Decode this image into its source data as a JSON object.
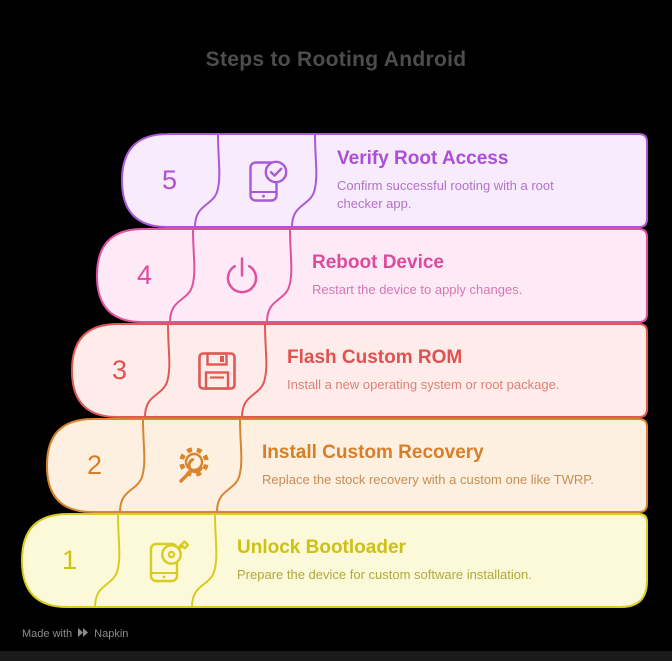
{
  "title": "Steps to Rooting Android",
  "title_color": "#4d4d4d",
  "background_color": "#000000",
  "footer": {
    "prefix": "Made with",
    "brand": "Napkin",
    "logo_icon": "napkin-pen-icon",
    "color": "#8c8c8c"
  },
  "steps": [
    {
      "number": "5",
      "title": "Verify Root Access",
      "description": "Confirm successful rooting with a root checker app.",
      "icon": "phone-check-icon",
      "colors": {
        "border": "#a958d8",
        "bg": "#f8ecfc",
        "title": "#ac4ed6",
        "desc": "#b272c8"
      }
    },
    {
      "number": "4",
      "title": "Reboot Device",
      "description": "Restart the device to apply changes.",
      "icon": "power-icon",
      "colors": {
        "border": "#e0519f",
        "bg": "#fdeaf6",
        "title": "#df4a9d",
        "desc": "#d877b2"
      }
    },
    {
      "number": "3",
      "title": "Flash Custom ROM",
      "description": "Install a new operating system or root package.",
      "icon": "floppy-disk-icon",
      "colors": {
        "border": "#e25854",
        "bg": "#fdecea",
        "title": "#e15150",
        "desc": "#e08076"
      }
    },
    {
      "number": "2",
      "title": "Install Custom Recovery",
      "description": "Replace the stock recovery with a custom one like TWRP.",
      "icon": "gear-wrench-icon",
      "colors": {
        "border": "#d9842e",
        "bg": "#fdf0e0",
        "title": "#d77f28",
        "desc": "#c68e55"
      }
    },
    {
      "number": "1",
      "title": "Unlock Bootloader",
      "description": "Prepare the device for custom software installation.",
      "icon": "phone-key-icon",
      "colors": {
        "border": "#d9cb20",
        "bg": "#fbf9d7",
        "title": "#cfc015",
        "desc": "#b1a93e"
      }
    }
  ]
}
